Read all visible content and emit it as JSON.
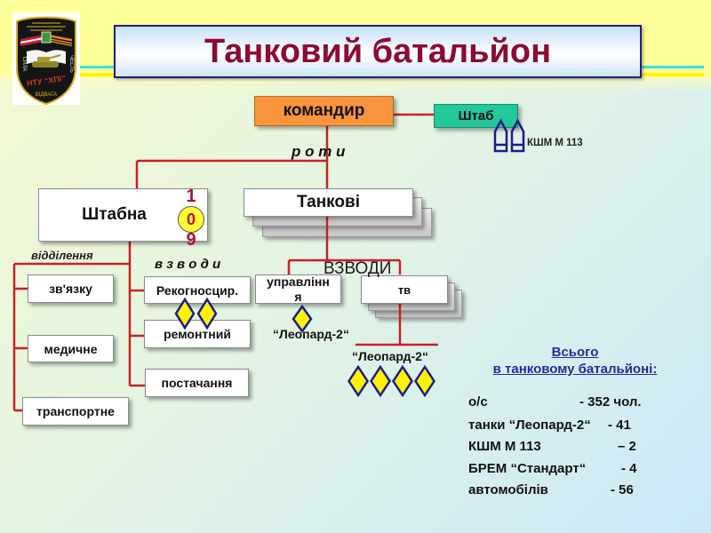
{
  "colors": {
    "title_text": "#8E0A30",
    "commander_fill": "#F7943C",
    "headquarters_fill": "#22C89A",
    "connector_line": "#C8202A",
    "vehicle_icon_fill": "#FFF200",
    "vehicle_icon_stroke": "#1C1C8C",
    "summary_heading": "#2A2A9A"
  },
  "logo": {
    "icon": "military-emblem",
    "center_text": "НТУ “ХПІ”",
    "left_text": "СИЛА",
    "right_text": "ЧЕСТЬ",
    "bottom_text": "ВІДВАГА"
  },
  "title": "Танковий батальйон",
  "org_chart": {
    "commander": "командир",
    "headquarters": "Штаб",
    "command_vehicle": {
      "label": "КШМ М 113",
      "icon_count": 2,
      "icon": "command-vehicle-icon"
    },
    "companies_label": "р о т и",
    "hq_company": {
      "label": "Штабна",
      "number_digits": [
        "1",
        "0",
        "9"
      ]
    },
    "tank_companies": {
      "label": "Танкові"
    },
    "sections_label": "відділення",
    "sections": [
      "зв'язку",
      "медичне",
      "транспортне"
    ],
    "support_platoons_label": "в з в о д и",
    "support_platoons": [
      {
        "label": "Рекогносцир.",
        "vehicle_icon_count": 2
      },
      {
        "label": "ремонтний"
      },
      {
        "label": "постачання"
      }
    ],
    "tank_platoons_label": "ВЗВОДИ",
    "control_platoon": {
      "label": "управління",
      "tank_model": "“Леопард-2“",
      "vehicle_icon_count": 1
    },
    "tank_platoon": {
      "label": "тв",
      "tank_model": "“Леопард-2“",
      "vehicle_icon_count": 4
    }
  },
  "summary": {
    "heading_line1": "Всього",
    "heading_line2": "в танковому батальйоні:",
    "rows": [
      {
        "label": "о/с",
        "value": "- 352 чол."
      },
      {
        "label": "танки “Леопард-2“",
        "value": "- 41"
      },
      {
        "label": "КШМ М 113",
        "value": "– 2"
      },
      {
        "label": "БРЕМ “Стандарт“",
        "value": "- 4"
      },
      {
        "label": "автомобілів",
        "value": "- 56"
      }
    ]
  }
}
